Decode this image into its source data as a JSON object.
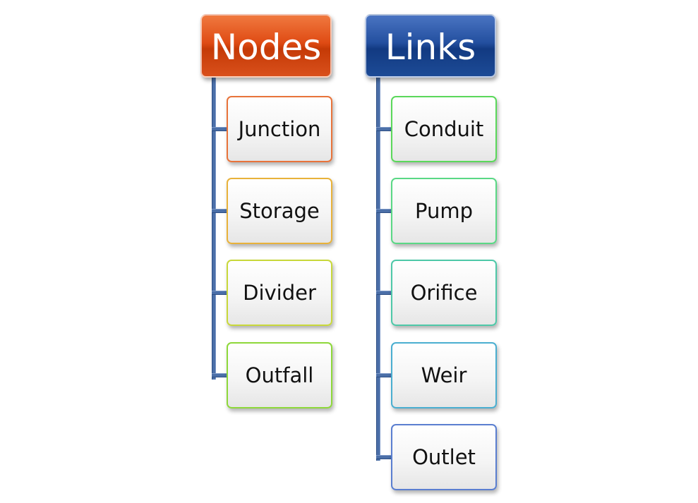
{
  "nodes": {
    "title": "Nodes",
    "color": "#d9501c",
    "items": [
      {
        "label": "Junction",
        "border": "#e8733a"
      },
      {
        "label": "Storage",
        "border": "#e8b23a"
      },
      {
        "label": "Divider",
        "border": "#c8d83a"
      },
      {
        "label": "Outfall",
        "border": "#8ed83a"
      }
    ]
  },
  "links": {
    "title": "Links",
    "color": "#1d4b96",
    "items": [
      {
        "label": "Conduit",
        "border": "#5ad85a"
      },
      {
        "label": "Pump",
        "border": "#5ad885"
      },
      {
        "label": "Orifice",
        "border": "#4ec8a8"
      },
      {
        "label": "Weir",
        "border": "#4aaed0"
      },
      {
        "label": "Outlet",
        "border": "#5a7ed0"
      }
    ]
  }
}
